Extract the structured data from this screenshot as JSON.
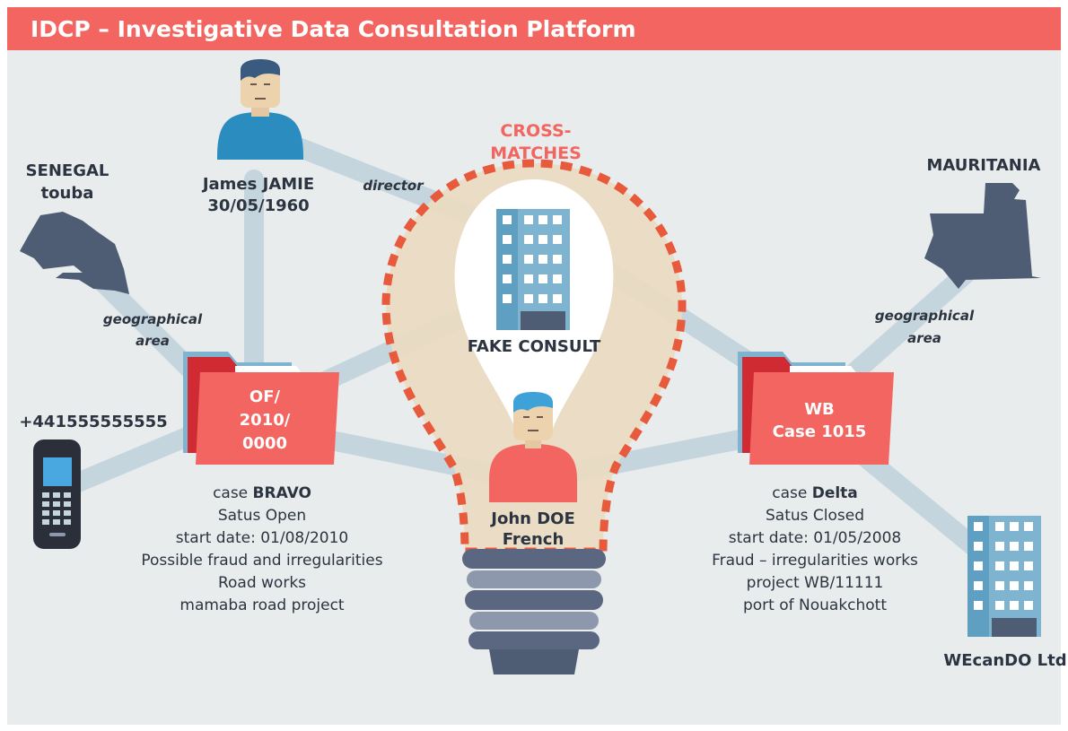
{
  "header": {
    "title": "IDCP – Investigative Data Consultation Platform"
  },
  "colors": {
    "accent": "#f26560",
    "background": "#e9eced",
    "link": "#c4d5de",
    "bulb": "#ebdcc0",
    "country": "#4e5d73",
    "person": "#2b8cbf",
    "building": "#7fb4d0"
  },
  "crossmatches": {
    "line1": "CROSS-",
    "line2": "MATCHES"
  },
  "senegal": {
    "line1": "SENEGAL",
    "line2": "touba"
  },
  "mauritania": {
    "label": "MAURITANIA"
  },
  "james": {
    "line1": "James JAMIE",
    "line2": "30/05/1960"
  },
  "links": {
    "director": "director",
    "geo_left_1": "geographical",
    "geo_left_2": "area",
    "geo_right_1": "geographical",
    "geo_right_2": "area"
  },
  "fake_consult": {
    "label": "FAKE CONSULT"
  },
  "phone": {
    "number": "+441555555555"
  },
  "case_left": {
    "folder_lines": [
      "OF/",
      "2010/",
      "0000"
    ],
    "case_prefix": "case ",
    "case_name": "BRAVO",
    "details": [
      "Satus Open",
      "start date: 01/08/2010",
      "Possible fraud and irregularities",
      "Road works",
      "mamaba road project"
    ]
  },
  "case_right": {
    "folder_lines": [
      "WB",
      "Case 1015"
    ],
    "case_prefix": "case ",
    "case_name": "Delta",
    "details": [
      "Satus Closed",
      "start date: 01/05/2008",
      "Fraud – irregularities works",
      "project WB/11111",
      "port of Nouakchott"
    ]
  },
  "john": {
    "line1": "John DOE",
    "line2": "French"
  },
  "wecando": {
    "label": "WEcanDO Ltd"
  }
}
